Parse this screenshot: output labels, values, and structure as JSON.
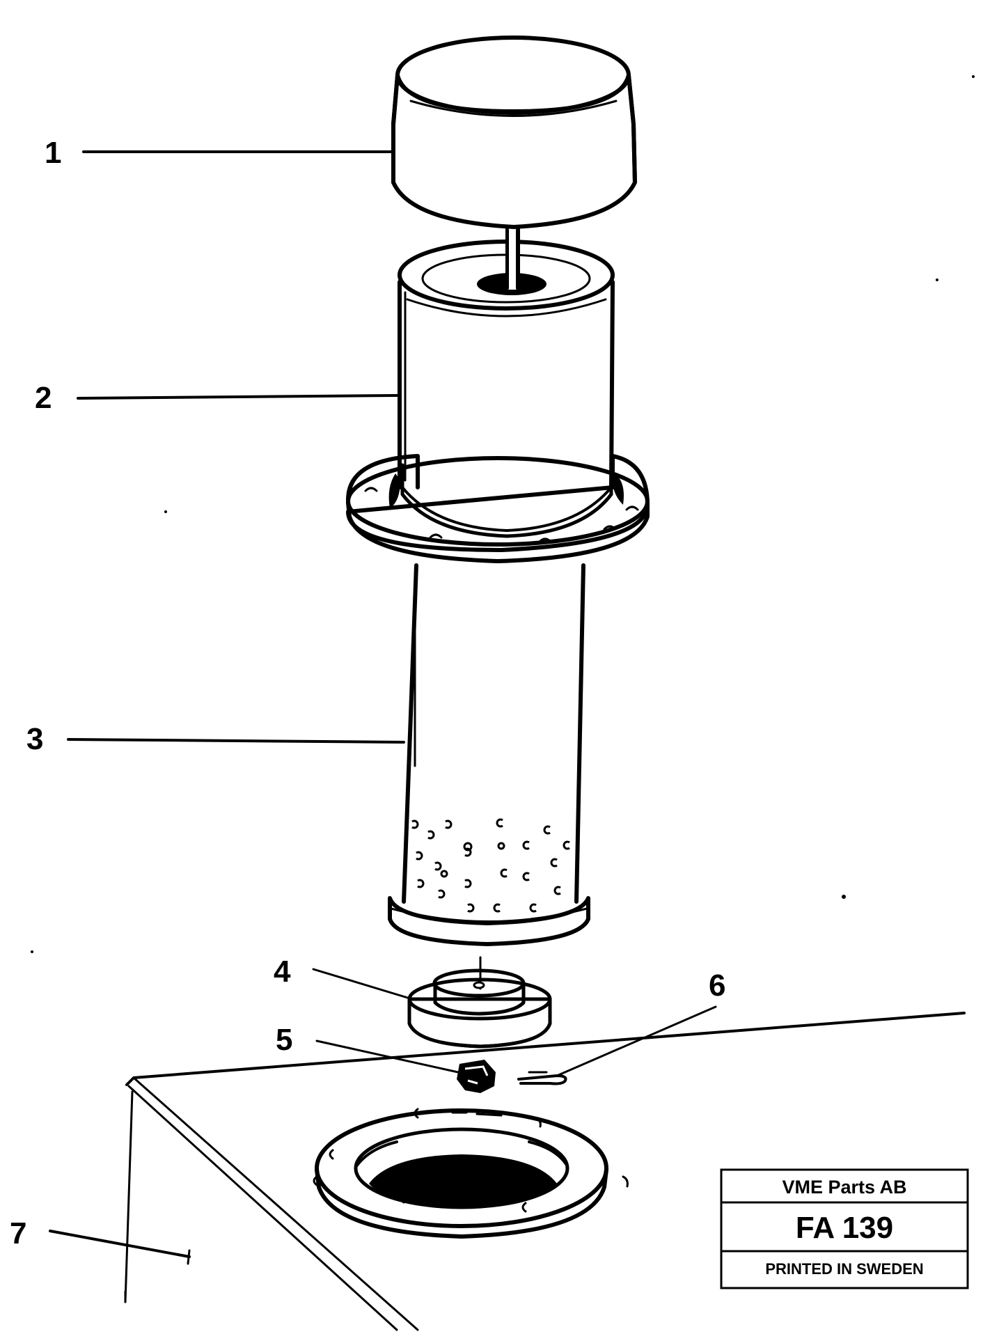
{
  "callouts": [
    "1",
    "2",
    "3",
    "4",
    "5",
    "6",
    "7"
  ],
  "title_block": {
    "company": "VME Parts AB",
    "code": "FA 139",
    "printed": "PRINTED IN SWEDEN"
  }
}
